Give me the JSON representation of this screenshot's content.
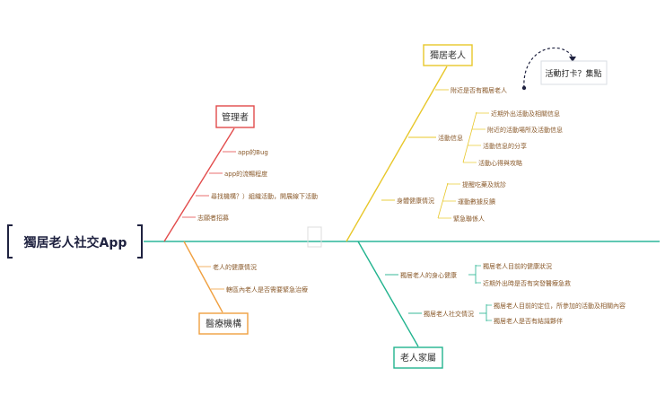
{
  "title": "獨居老人社交App",
  "callout": {
    "text": "活動打卡？集點"
  },
  "colors": {
    "spine": "#2bb59a",
    "manager": "#e24b4b",
    "medical": "#f0a040",
    "elder": "#e8c72a",
    "family": "#21b38e",
    "leaf_text": "#8a5a2b",
    "dark": "#1f2240"
  },
  "branches": {
    "manager": {
      "label": "管理者",
      "items": [
        "app的Bug",
        "app的流暢程度",
        "尋找機構？）組織活動，開展線下活動",
        "志願者招募"
      ]
    },
    "medical": {
      "label": "醫療機構",
      "items": [
        "老人的健康情況",
        "轄區內老人是否需要緊急治療"
      ]
    },
    "elder": {
      "label": "獨居老人",
      "top_item": "附近是否有獨居老人",
      "activity": {
        "label": "活動信息",
        "items": [
          "近期外出活動及相關信息",
          "附近的活動場所及活動信息",
          "活動信息的分享",
          "活動心得與攻略"
        ]
      },
      "health": {
        "label": "身體健康情況",
        "items": [
          "提醒吃藥及就診",
          "運動數據反饋",
          "緊急聯係人"
        ]
      }
    },
    "family": {
      "label": "老人家屬",
      "mental": {
        "label": "獨居老人的身心健康",
        "items": [
          "獨居老人目前的健康狀況",
          "近期外出時是否有突發醫療急救"
        ]
      },
      "social": {
        "label": "獨居老人社交情況",
        "items": [
          "獨居老人目前的定位，所參加的活動及相關內容",
          "獨居老人是否有結識夥伴"
        ]
      }
    }
  }
}
